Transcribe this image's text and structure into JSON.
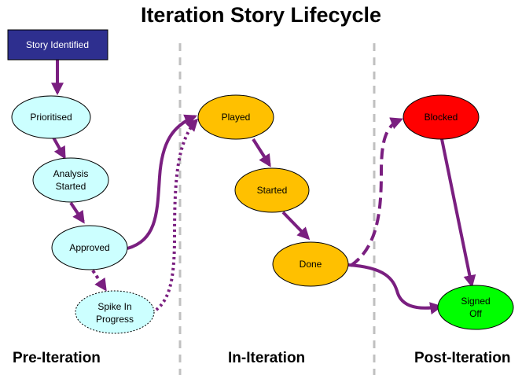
{
  "title": "Iteration Story Lifecycle",
  "phases": {
    "pre": "Pre-Iteration",
    "in": "In-Iteration",
    "post": "Post-Iteration"
  },
  "nodes": {
    "identified": "Story Identified",
    "prioritised": "Prioritised",
    "analysis_line1": "Analysis",
    "analysis_line2": "Started",
    "approved": "Approved",
    "spike_line1": "Spike In",
    "spike_line2": "Progress",
    "played": "Played",
    "started": "Started",
    "done": "Done",
    "blocked": "Blocked",
    "signed_line1": "Signed",
    "signed_line2": "Off"
  },
  "colors": {
    "arrow": "#7a1f80",
    "identified_fill": "#2e2f8f",
    "pre_fill": "#ccffff",
    "in_fill": "#ffc000",
    "blocked_fill": "#ff0000",
    "signed_fill": "#00ff00",
    "divider": "#c0c0c0"
  }
}
